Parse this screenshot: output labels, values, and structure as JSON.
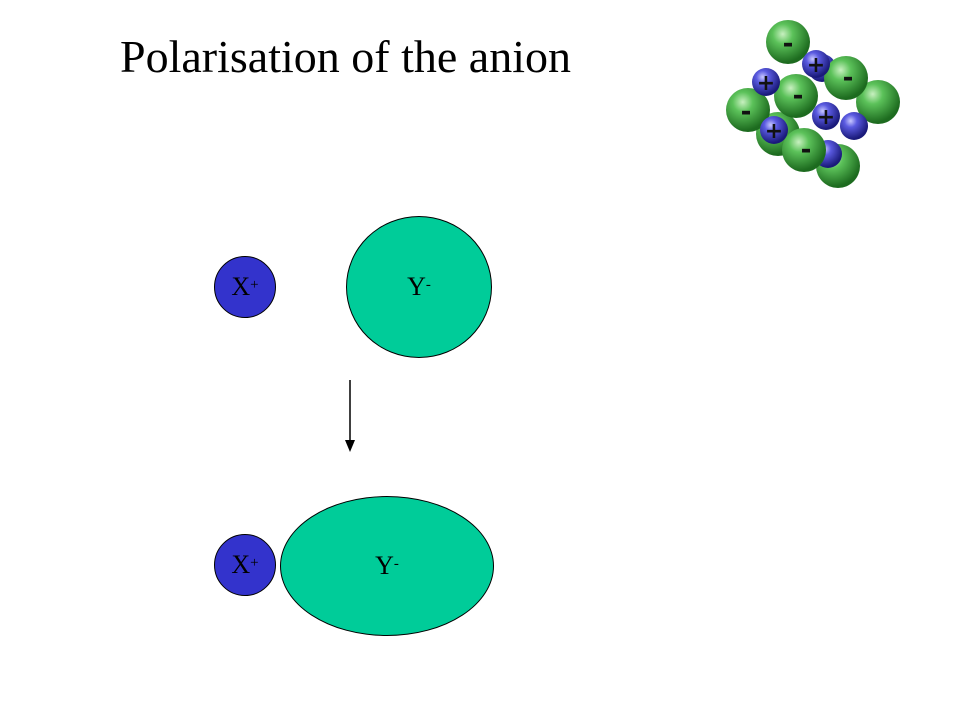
{
  "title": "Polarisation of the anion",
  "colors": {
    "cation": "#3333cc",
    "anion": "#00cc99",
    "lattice_green": "#2e9a2e",
    "lattice_blue": "#3a3ab8"
  },
  "ions": {
    "cation_symbol": "X",
    "cation_charge": "+",
    "anion_symbol": "Y",
    "anion_charge": "-"
  },
  "lattice_icon": {
    "name": "ionic-lattice-icon",
    "signs": [
      "-",
      "+",
      "-",
      "+",
      "-",
      "-",
      "+",
      "+",
      "-"
    ]
  }
}
